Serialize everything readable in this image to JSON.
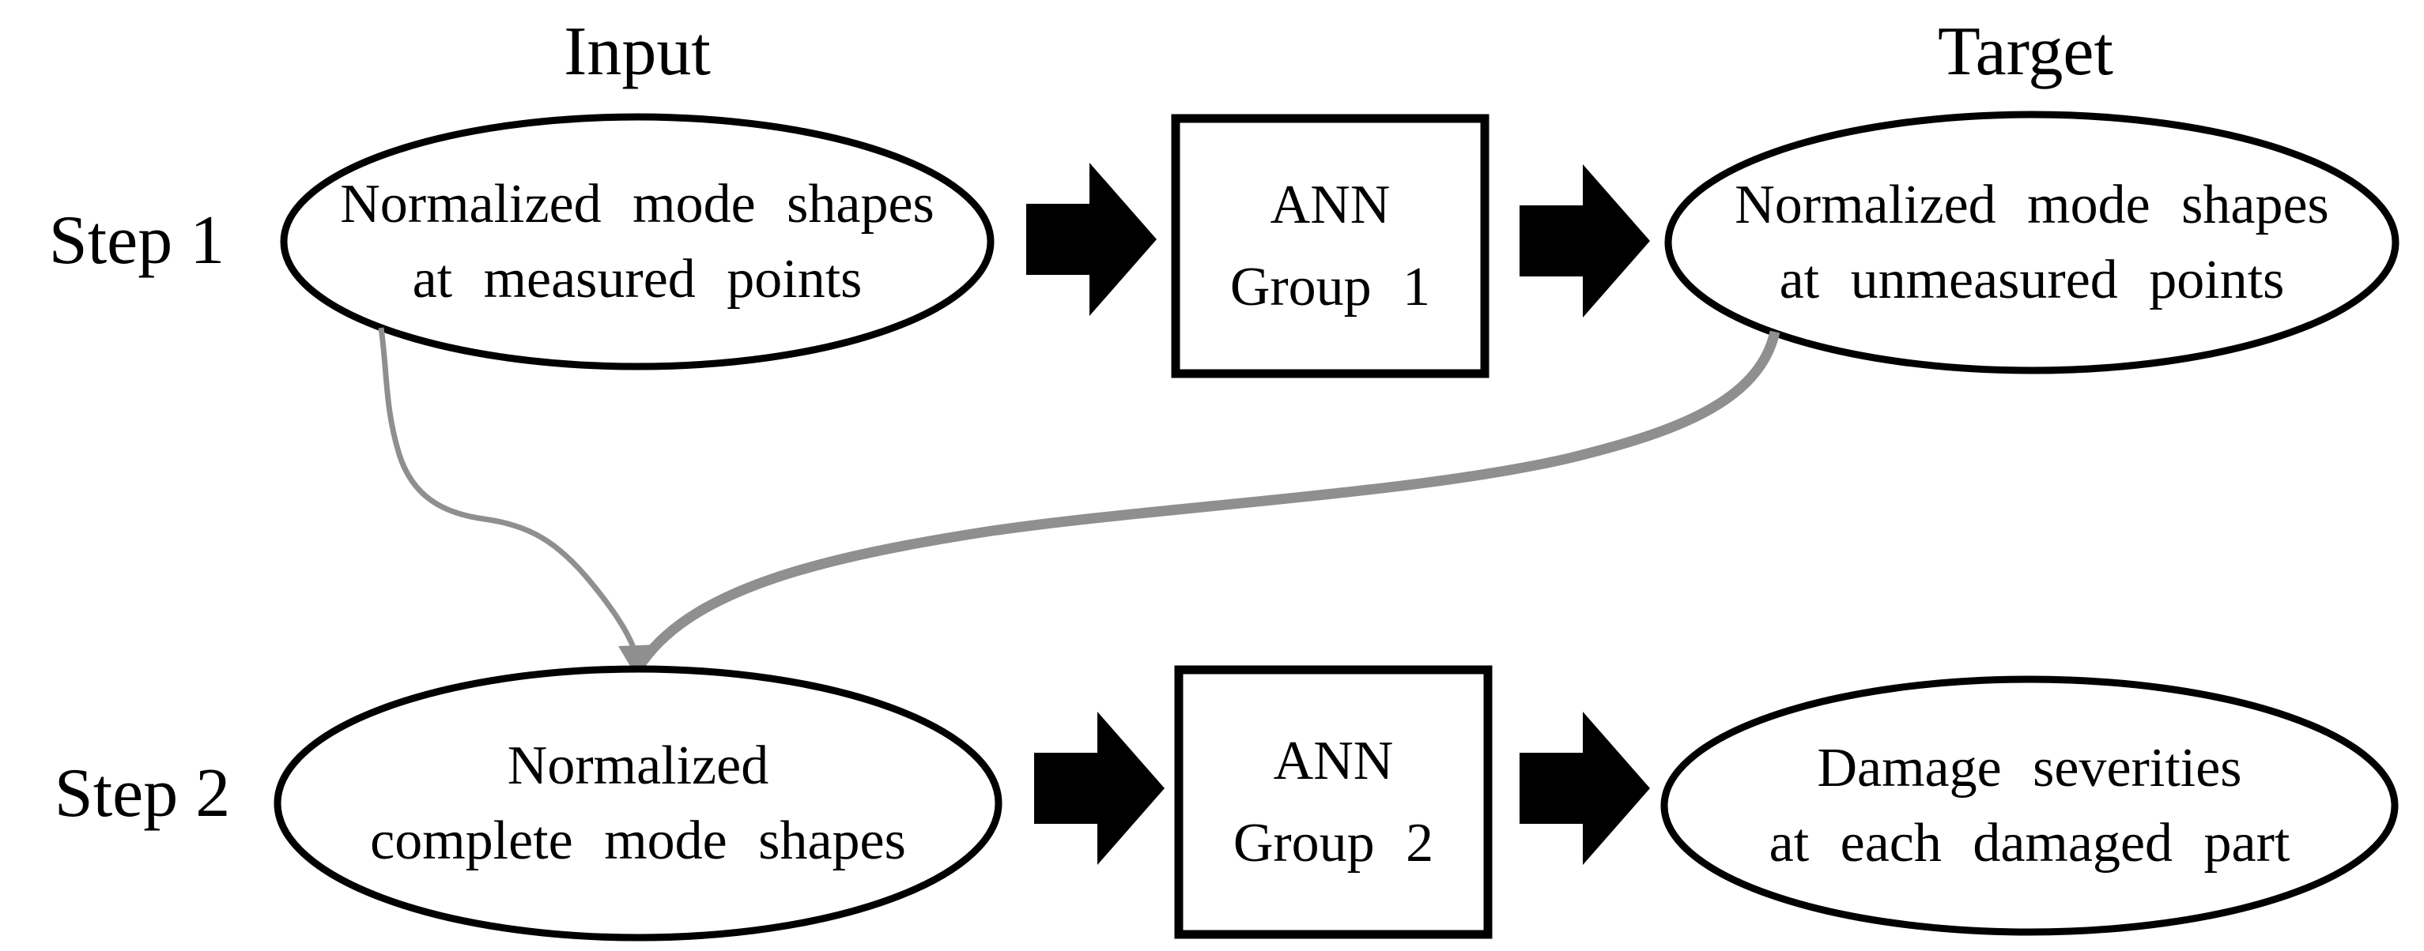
{
  "diagram": {
    "column_titles": {
      "input": "Input",
      "target": "Target"
    },
    "step_labels": {
      "step1": "Step 1",
      "step2": "Step 2"
    },
    "nodes": {
      "step1_input": {
        "line1": "Normalized mode shapes",
        "line2": "at measured points"
      },
      "step1_ann": {
        "line1": "ANN",
        "line2": "Group 1"
      },
      "step1_target": {
        "line1": "Normalized mode shapes",
        "line2": "at unmeasured points"
      },
      "step2_input": {
        "line1": "Normalized",
        "line2": "complete mode shapes"
      },
      "step2_ann": {
        "line1": "ANN",
        "line2": "Group 2"
      },
      "step2_target": {
        "line1": "Damage severities",
        "line2": "at each damaged part"
      }
    },
    "colors": {
      "shape_stroke": "#000000",
      "arrow_fill": "#000000",
      "connector_gray": "#8f8f8f",
      "background": "#ffffff",
      "text": "#000000"
    }
  }
}
